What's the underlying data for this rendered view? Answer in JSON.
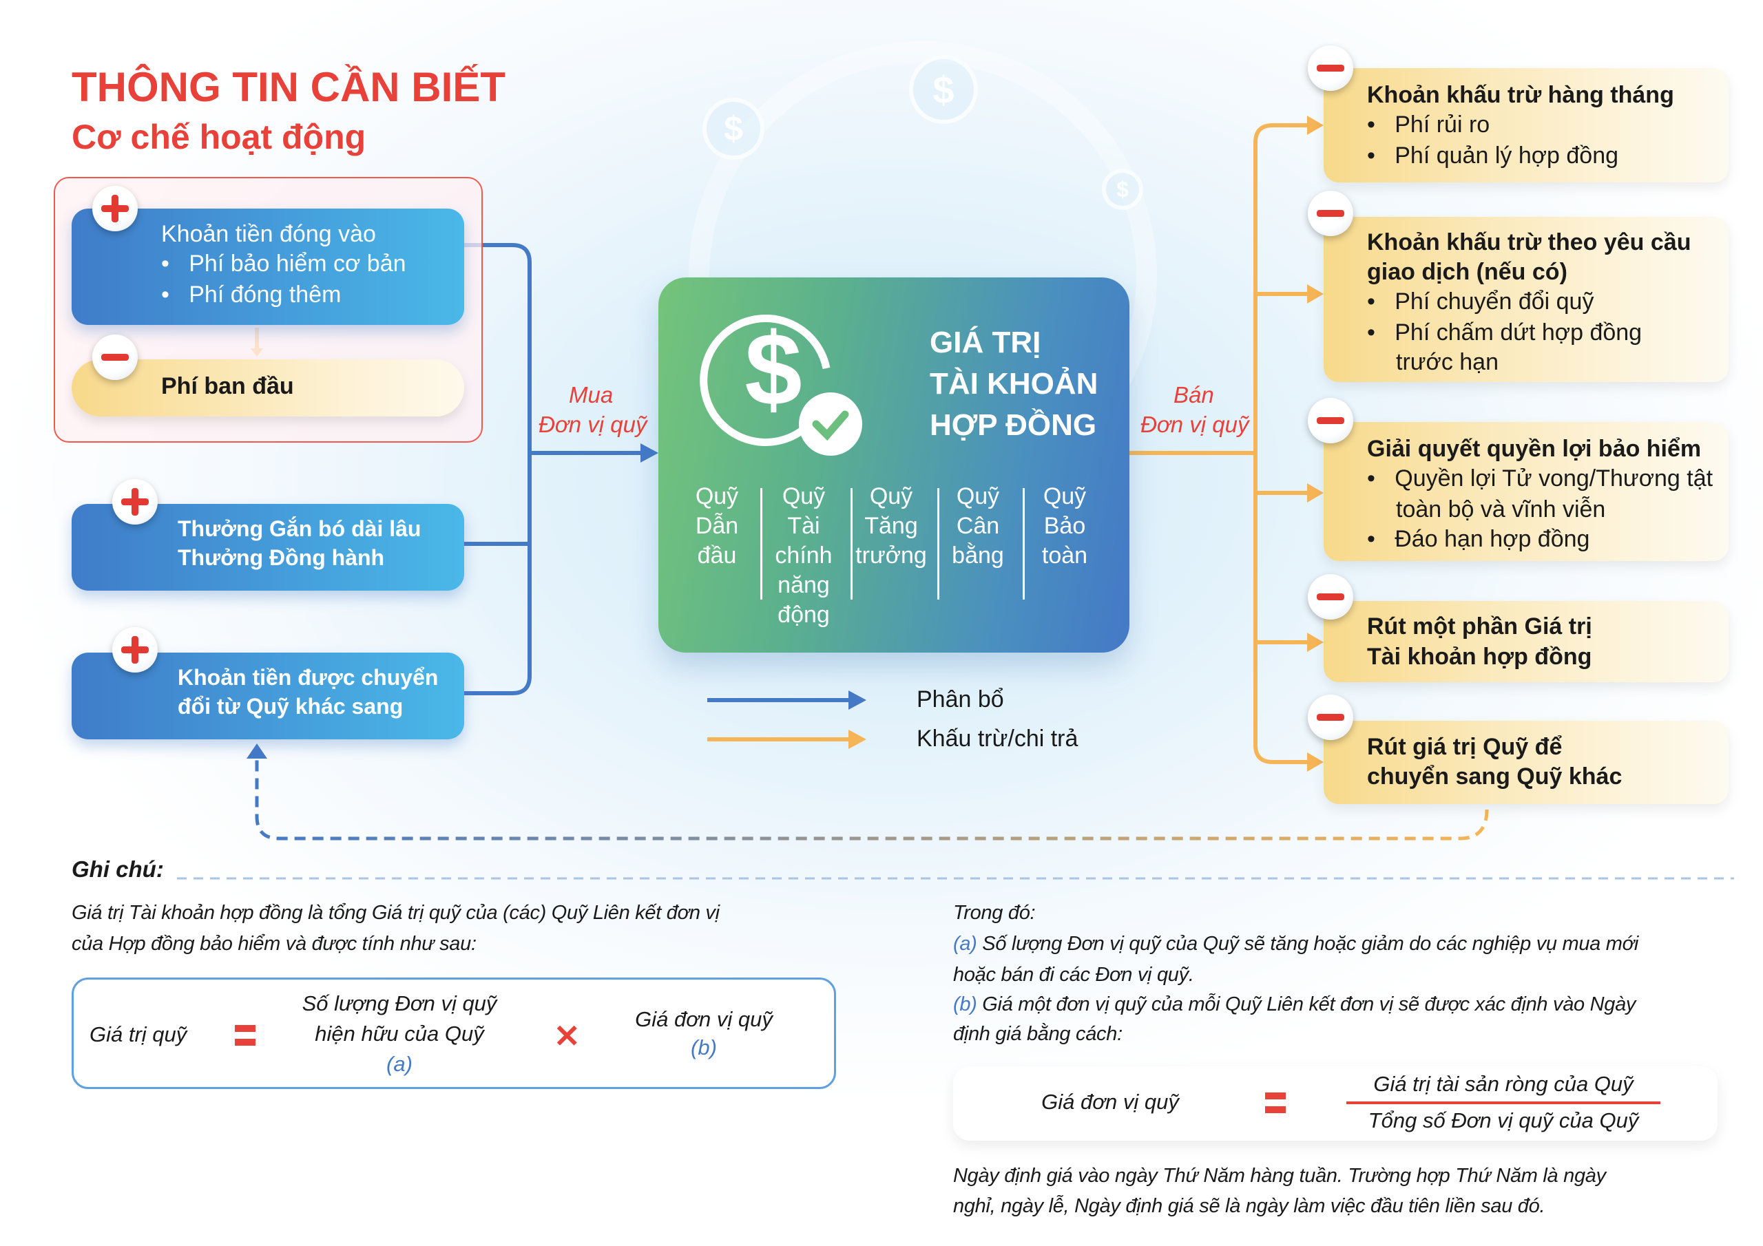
{
  "header": {
    "title": "THÔNG TIN CẦN BIẾT",
    "subtitle": "Cơ chế hoạt động"
  },
  "inflows": {
    "contributions": {
      "title": "Khoản tiền đóng vào",
      "items": [
        "Phí bảo hiểm cơ bản",
        "Phí đóng thêm"
      ]
    },
    "initial_fee": "Phí ban đầu",
    "bonuses": [
      "Thưởng Gắn bó dài lâu",
      "Thưởng Đồng hành"
    ],
    "transfer": [
      "Khoản tiền được chuyển",
      "đổi từ Quỹ khác sang"
    ]
  },
  "buy_label": [
    "Mua",
    "Đơn vị quỹ"
  ],
  "sell_label": [
    "Bán",
    "Đơn vị quỹ"
  ],
  "center": {
    "title": [
      "GIÁ TRỊ",
      "TÀI KHOẢN",
      "HỢP ĐỒNG"
    ],
    "funds": [
      [
        "Quỹ",
        "Dẫn",
        "đầu"
      ],
      [
        "Quỹ",
        "Tài",
        "chính",
        "năng",
        "động"
      ],
      [
        "Quỹ",
        "Tăng",
        "trưởng"
      ],
      [
        "Quỹ",
        "Cân",
        "bằng"
      ],
      [
        "Quỹ",
        "Bảo",
        "toàn"
      ]
    ]
  },
  "legend": {
    "allocation": "Phân bổ",
    "deduction": "Khấu trừ/chi trả"
  },
  "outflows": [
    {
      "lines": [
        "Khoản khấu trừ hàng tháng"
      ],
      "items": [
        "Phí rủi ro",
        "Phí quản lý hợp đồng"
      ]
    },
    {
      "lines": [
        "Khoản khấu trừ theo yêu cầu",
        "giao dịch (nếu có)"
      ],
      "items": [
        "Phí chuyển đổi quỹ",
        "Phí chấm dứt hợp đồng"
      ],
      "cont": "trước hạn"
    },
    {
      "lines": [
        "Giải quyết quyền lợi bảo hiểm"
      ],
      "items": [
        "Quyền lợi Tử vong/Thương tật",
        "Đáo hạn hợp đồng"
      ],
      "cont": "toàn bộ và vĩnh viễn"
    },
    {
      "lines": [
        "Rút một phần Giá trị",
        "Tài khoản hợp đồng"
      ]
    },
    {
      "lines": [
        "Rút giá trị Quỹ để",
        "chuyển sang Quỹ khác"
      ]
    }
  ],
  "notes": {
    "heading": "Ghi chú:",
    "left_para": [
      "Giá trị Tài khoản hợp đồng là tổng Giá trị quỹ của (các) Quỹ Liên kết đơn vị",
      "của Hợp đồng bảo hiểm và được tính như sau:"
    ],
    "formula1": {
      "lhs": "Giá trị quỹ",
      "term_a": [
        "Số lượng Đơn vị quỹ",
        "hiện hữu của Quỹ"
      ],
      "tag_a": "(a)",
      "term_b": "Giá đơn vị quỹ",
      "tag_b": "(b)"
    },
    "where": "Trong đó:",
    "a_tag": "(a)",
    "a_text": [
      " Số lượng Đơn vị quỹ của Quỹ sẽ tăng hoặc giảm do các nghiệp vụ mua mới",
      "hoặc bán đi các Đơn vị quỹ."
    ],
    "b_tag": "(b)",
    "b_text": [
      " Giá một đơn vị quỹ của mỗi Quỹ Liên kết đơn vị sẽ được xác định vào Ngày",
      "định giá bằng cách:"
    ],
    "formula2": {
      "lhs": "Giá đơn vị quỹ",
      "numerator": "Giá trị tài sản ròng của Quỹ",
      "denominator": "Tổng số Đơn vị quỹ của Quỹ"
    },
    "footer": [
      "Ngày định giá vào ngày Thứ Năm hàng tuần. Trường hợp Thứ Năm là ngày",
      "nghỉ, ngày lễ, Ngày định giá sẽ là ngày làm việc đầu tiên liền sau đó."
    ]
  },
  "colors": {
    "red": "#e8413a",
    "blue": "#4479c6",
    "orange": "#f5b556"
  }
}
